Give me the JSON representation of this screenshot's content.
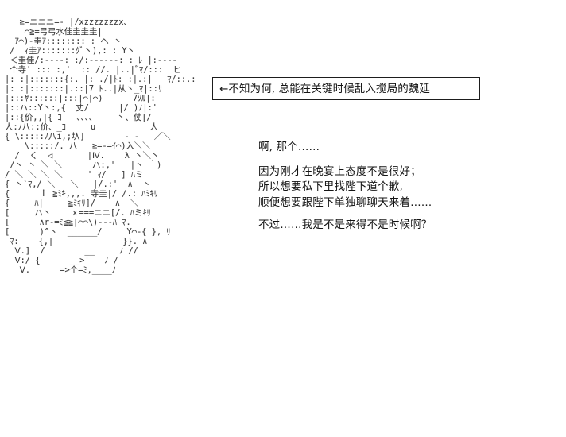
{
  "scene": {
    "background_color": "#ffffff",
    "text_color": "#141414",
    "art_color": "#3a3a3a",
    "border_color": "#1d1d1d"
  },
  "narration": {
    "label": "←不知为何, 总能在关键时候乱入搅局的魏延"
  },
  "dialogue": {
    "lines": [
      "啊, 那个……",
      "因为刚才在晚宴上态度不是很好；",
      "所以想要私下里找陛下道个歉,",
      "顺便想要跟陛下单独聊聊天来着……",
      "不过……我是不是来得不是时候啊？"
    ]
  },
  "ascii_art": {
    "content": "   ≧=ニニニ=- |/xzzzzzzzx、\n    ⌒≧=弓弓水佳圭圭圭|\n  ｱ⌒)-圭ｱ:::::::: : ヘ 丶\n /  ｨ圭ｱ:::::::ｸﾞ丶),: : Y丶\n ＜圭佳/:----: :/:------: : ﾚ |:----\n 个寺' ::: :,'  :: //. |..|ﾞﾏ/:::  ヒ\n|: :|:::::::{:. |: ./|ﾄ: :|.:|   ﾏ/::.:\n|: :|:::::::|.::|7 ﾄ..|从丶_ﾏ|::ｻ\n|:::ﾔ::::::|:::|⌒|⌒)      7ｿﾙ|:\n|::ハ::Y丶:,{  丈/      |/ )ﾉ|:'\n|::{价,,|{ ｺ   、、、、    丶、仗|/\n人:ﾉ八::价、_ｺ     u           人\n{ \\:::::ﾉ八i,;圦]        - -   ／＼\n    \\:::::/. 八   ≧=-=ｲ⌒)入＼＼\n  /  く  ◁       |Ⅳ.    λ 丶＼丶\n /丶 丶 ＼ ＼      ハ:,'   |丶 ｀)\n/ ＼ ＼ ＼ ＼     ' ﾏ/   ] ﾊミ\n{ 丶`ﾏ,/ ＼   ＼   |/.:'  ∧  丶\n{      ｉ ≧ﾐｷ,,,. 寺圭|/ /.: ﾊﾐｷﾘ\n{     ﾊ|     ≧ﾐｷﾘ]/    ∧  ＼\n[     ハ丶    ｘ===ニニ[/. ﾊミｷﾘ\n[      ∧r-=ﾐ≦≧|⌒⌒\\)---ﾊ ﾏ.\n[      )^丶  ______/     Y⌒-{ }, ﾘ\n ﾏ:    {,|              }}. ∧\n  Ⅴ.]  /        __     ﾉ //\n  Ⅴ:/ {      __>'   ﾉ /\n   Ⅴ.      =>个=ﾐ,____ﾉ"
  }
}
